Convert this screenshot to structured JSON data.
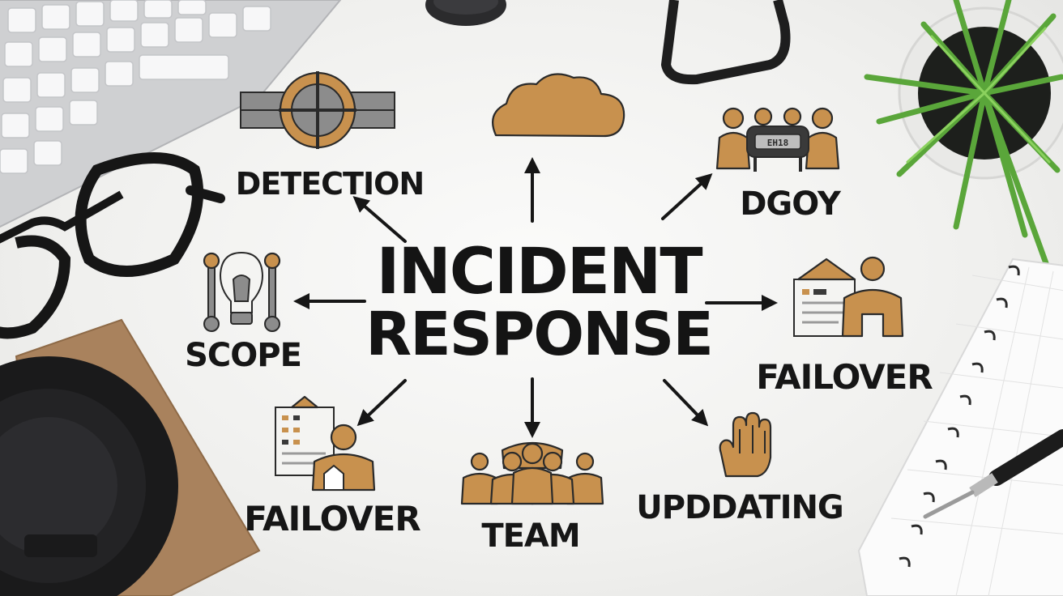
{
  "title": {
    "line1": "INCIDENT",
    "line2": "RESPONSE"
  },
  "nodes": {
    "detection": "DETECTION",
    "dgoy": "DGOY",
    "scope": "SCOPE",
    "failover_right": "FAILOVER",
    "failover_left": "FAILOVER",
    "team": "TEAM",
    "updating": "UPDDATING"
  },
  "icon_texts": {
    "device_screen": "EH18"
  },
  "colors": {
    "accent": "#c8914e",
    "ink": "#161616",
    "background": "#f4f4f2"
  }
}
